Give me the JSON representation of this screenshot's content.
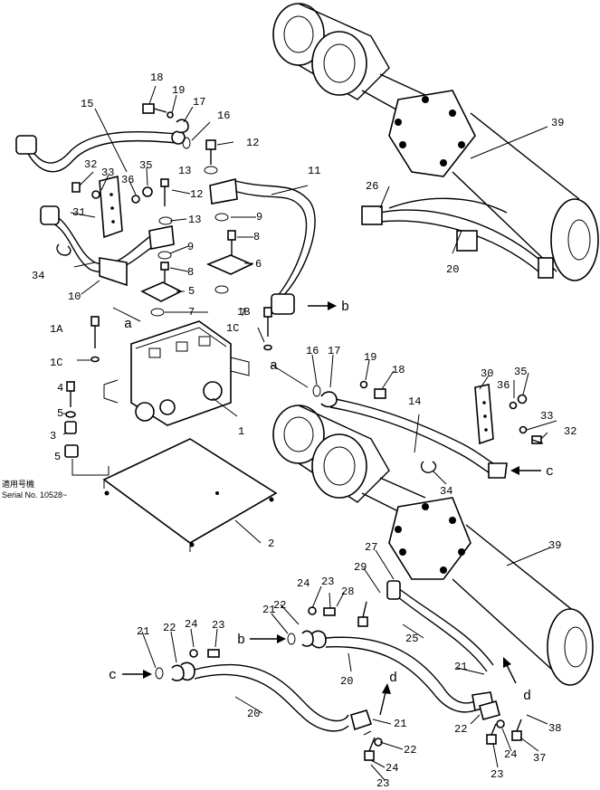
{
  "part_labels": [
    "1",
    "1A",
    "1B",
    "1C",
    "1C",
    "2",
    "3",
    "4",
    "5",
    "5",
    "5",
    "6",
    "7",
    "7",
    "8",
    "8",
    "9",
    "9",
    "10",
    "11",
    "12",
    "12",
    "13",
    "13",
    "14",
    "15",
    "16",
    "16",
    "17",
    "17",
    "18",
    "18",
    "19",
    "19",
    "20",
    "20",
    "20",
    "21",
    "21",
    "21",
    "21",
    "22",
    "22",
    "22",
    "22",
    "23",
    "23",
    "23",
    "23",
    "24",
    "24",
    "24",
    "24",
    "25",
    "26",
    "27",
    "28",
    "29",
    "30",
    "31",
    "32",
    "32",
    "33",
    "33",
    "34",
    "34",
    "35",
    "35",
    "36",
    "36",
    "37",
    "38",
    "39",
    "39"
  ],
  "connection_labels": [
    "a",
    "a",
    "b",
    "b",
    "c",
    "c",
    "d",
    "d"
  ],
  "serial_note": {
    "line1": "適用号機",
    "line2": "Serial No. 10528~"
  }
}
